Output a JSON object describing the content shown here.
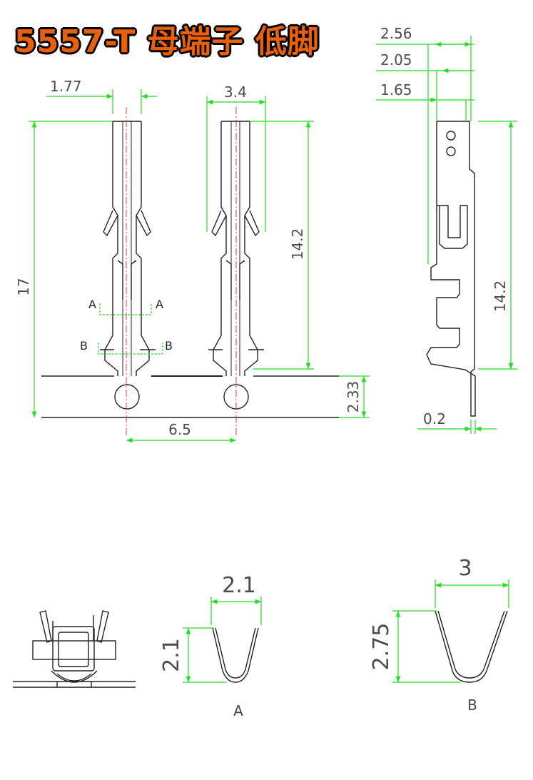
{
  "title": "5557-T  母端子 低脚",
  "colors": {
    "dimension": "#22dd22",
    "centerline": "#e83a3a",
    "outline": "#222222",
    "title_fill": "#e8600a"
  },
  "dimensions": {
    "top_left_width": "1.77",
    "top_mid_width": "3.4",
    "overall_height": "17",
    "mid_height": "14.2",
    "tail_height": "2.33",
    "pitch": "6.5",
    "side_w1": "2.56",
    "side_w2": "2.05",
    "side_w3": "1.65",
    "side_height": "14.2",
    "thickness": "0.2",
    "section_a_width": "2.1",
    "section_a_height": "2.1",
    "section_b_width": "3",
    "section_b_height": "2.75"
  },
  "section_labels": {
    "a": "A",
    "b": "B"
  }
}
